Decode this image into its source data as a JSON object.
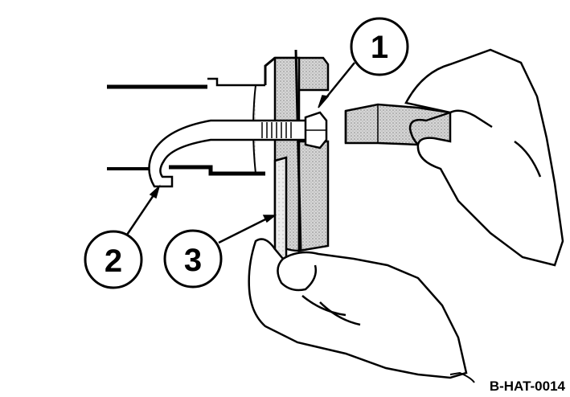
{
  "figure": {
    "code": "B-HAT-0014",
    "callouts": [
      {
        "label": "1"
      },
      {
        "label": "2"
      },
      {
        "label": "3"
      }
    ]
  },
  "colors": {
    "ink": "#000000",
    "paper": "#ffffff",
    "shade": "#bdbdbd"
  }
}
